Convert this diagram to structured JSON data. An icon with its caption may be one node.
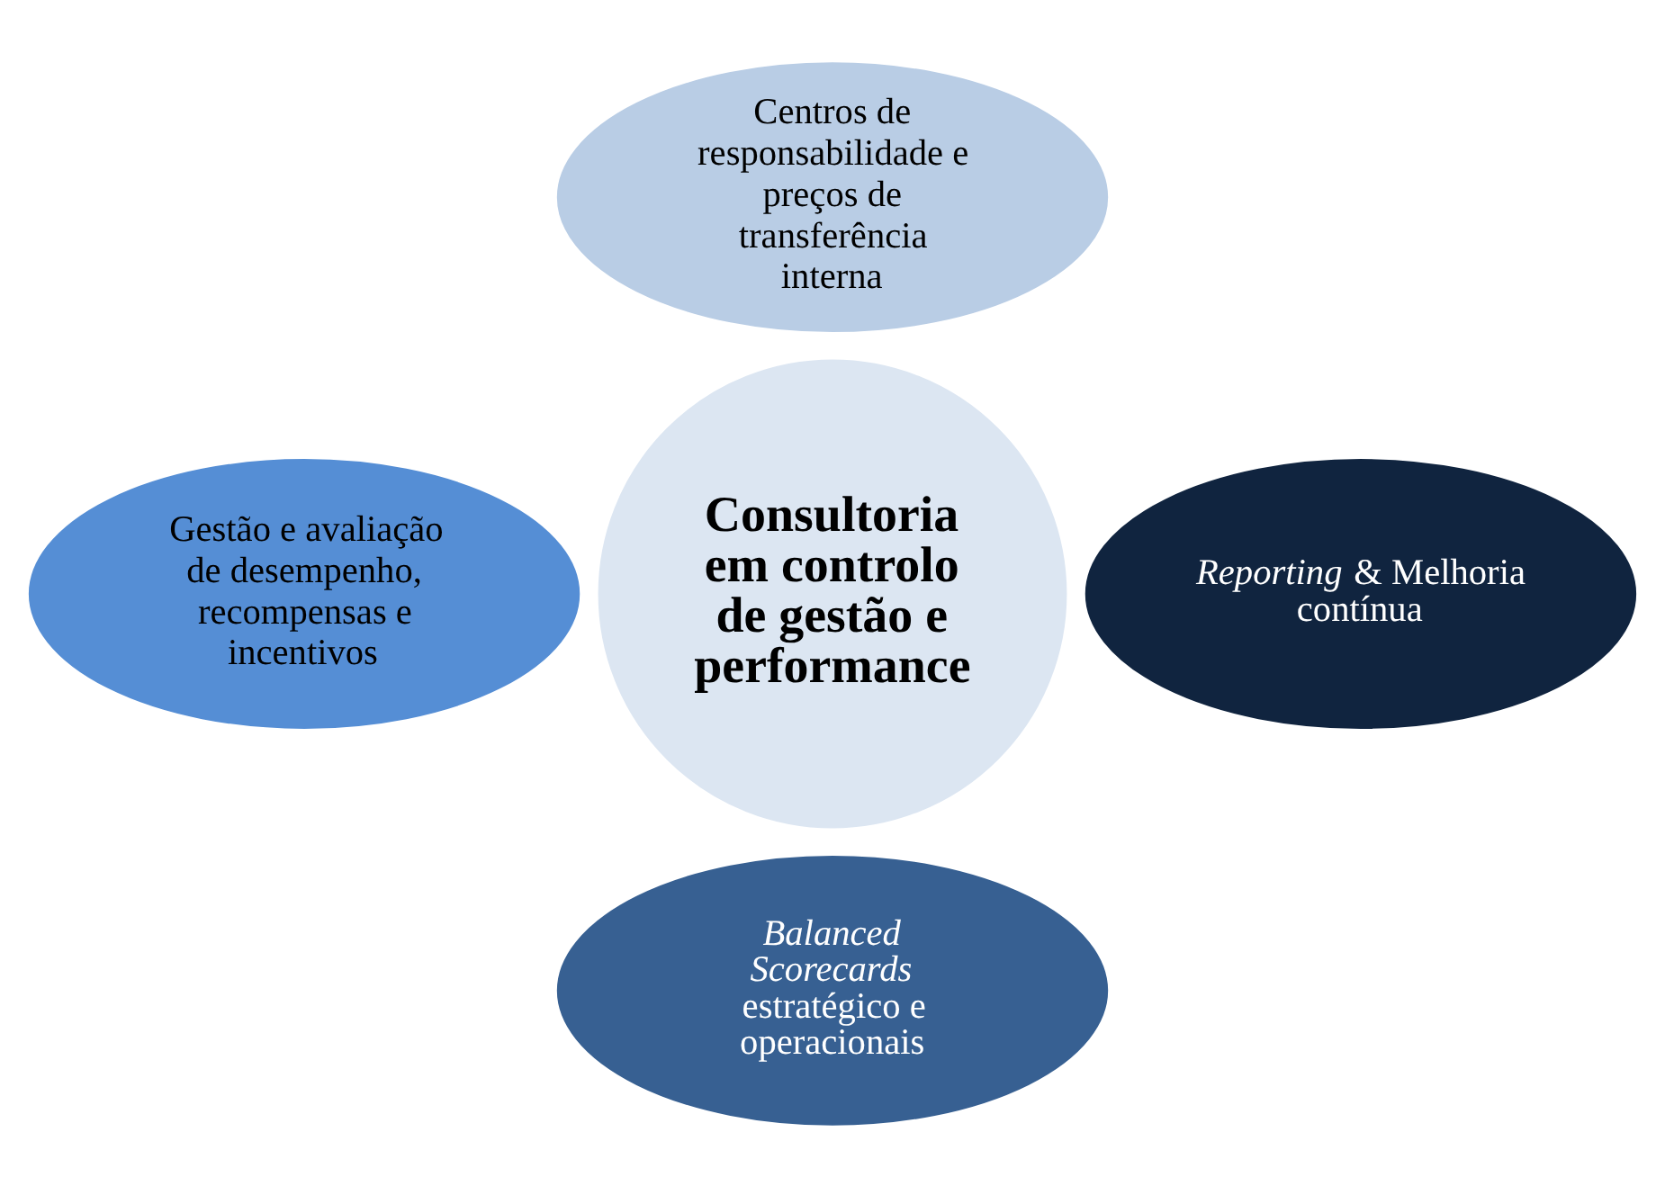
{
  "diagram": {
    "nodes": [
      {
        "text": [
          "Consultoria em controlo de gestão e performance"
        ]
      },
      {
        "text": [
          "Centros de responsabilidade e preços de transferência interna"
        ]
      },
      {
        "text": [
          "Gestão e avaliação de desempenho, recompensas e incentivos"
        ]
      },
      {
        "text": [
          "*Reporting* & Melhoria contínua"
        ]
      },
      {
        "text": [
          "*Balanced Scorecards* estratégico e operacionais"
        ]
      }
    ],
    "edges": []
  }
}
